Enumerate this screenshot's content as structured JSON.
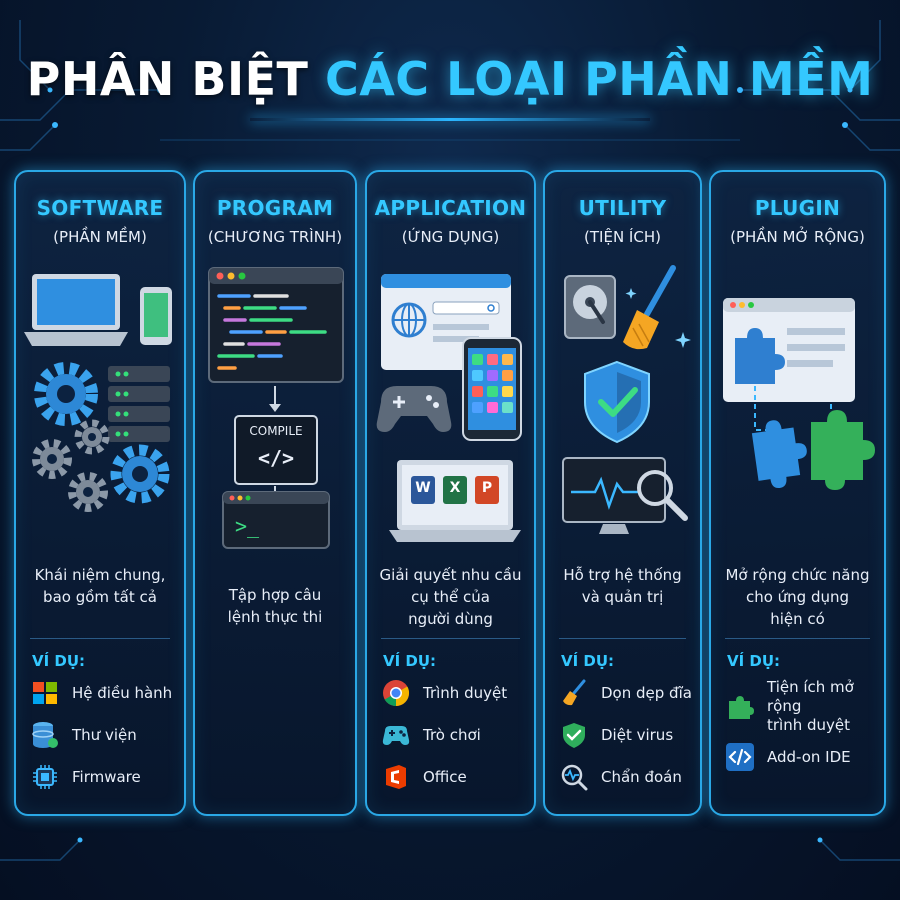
{
  "title": {
    "part1": "PHÂN BIỆT",
    "part2": "CÁC LOẠI PHẦN MỀM"
  },
  "columns": [
    {
      "name": "SOFTWARE",
      "subtitle": "(PHẦN MỀM)",
      "description_lines": [
        "Khái niệm chung,",
        "bao gồm tất cả"
      ],
      "examples_label": "VÍ DỤ:",
      "examples": [
        {
          "icon": "windows-icon",
          "label": "Hệ điều hành"
        },
        {
          "icon": "database-icon",
          "label": "Thư viện"
        },
        {
          "icon": "chip-icon",
          "label": "Firmware"
        }
      ]
    },
    {
      "name": "PROGRAM",
      "subtitle": "(CHƯƠNG TRÌNH)",
      "compile_label": "COMPILE",
      "code_symbol": "</>",
      "prompt_symbol": ">_",
      "description_lines": [
        "Tập hợp câu",
        "lệnh thực thi"
      ]
    },
    {
      "name": "APPLICATION",
      "subtitle": "(ỨNG DỤNG)",
      "office_letters": [
        "W",
        "X",
        "P"
      ],
      "description_lines": [
        "Giải quyết nhu cầu",
        "cụ thể của",
        "người dùng"
      ],
      "examples_label": "VÍ DỤ:",
      "examples": [
        {
          "icon": "chrome-icon",
          "label": "Trình duyệt"
        },
        {
          "icon": "gamepad-icon",
          "label": "Trò chơi"
        },
        {
          "icon": "office-icon",
          "label": "Office"
        }
      ]
    },
    {
      "name": "UTILITY",
      "subtitle": "(TIỆN ÍCH)",
      "description_lines": [
        "Hỗ trợ hệ thống",
        "và quản trị"
      ],
      "examples_label": "VÍ DỤ:",
      "examples": [
        {
          "icon": "broom-icon",
          "label": "Dọn dẹp đĩa"
        },
        {
          "icon": "shield-check-icon",
          "label": "Diệt virus"
        },
        {
          "icon": "diagnostic-icon",
          "label": "Chẩn đoán"
        }
      ]
    },
    {
      "name": "PLUGIN",
      "subtitle": "(PHẦN MỞ RỘNG)",
      "description_lines": [
        "Mở rộng chức năng",
        "cho ứng dụng",
        "hiện có"
      ],
      "examples_label": "VÍ DỤ:",
      "examples": [
        {
          "icon": "puzzle-icon",
          "label_lines": [
            "Tiện ích mở rộng",
            "trình duyệt"
          ]
        },
        {
          "icon": "code-icon",
          "label": "Add-on IDE"
        }
      ]
    }
  ],
  "colors": {
    "accent": "#34c8ff",
    "border": "#2aa8e6",
    "background": "#081a33"
  }
}
